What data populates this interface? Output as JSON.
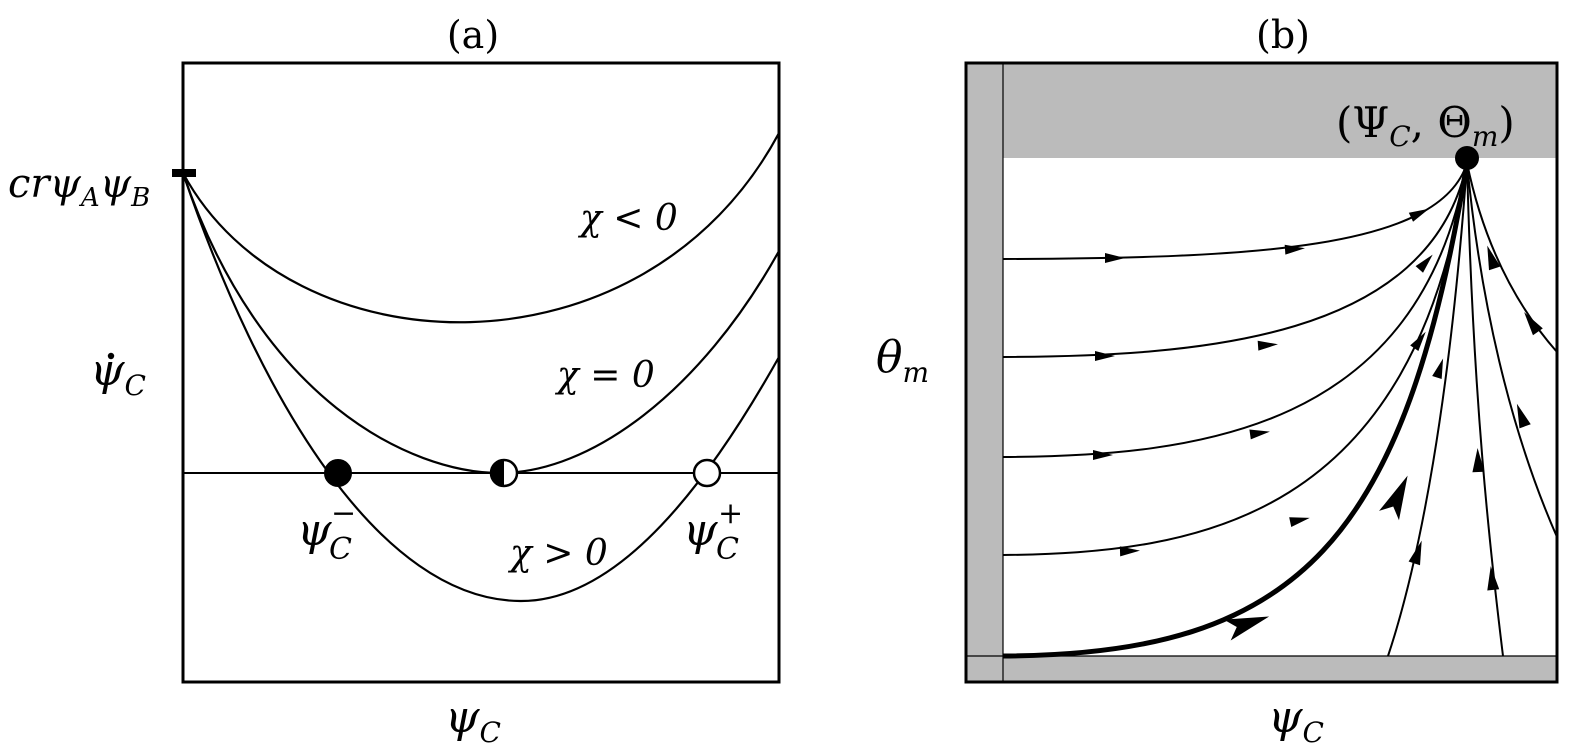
{
  "panel_a": {
    "title": "(a)",
    "y_label": {
      "base": "ψ",
      "sub": "C"
    },
    "x_label": {
      "base": "ψ",
      "sub": "C"
    },
    "tick_label": {
      "pre": "cr",
      "a": "ψ",
      "a_sub": "A",
      "b": "ψ",
      "b_sub": "B"
    },
    "curve_labels": [
      "χ < 0",
      "χ = 0",
      "χ > 0"
    ],
    "root_minus": {
      "base": "ψ",
      "sup": "−",
      "sub": "C"
    },
    "root_plus": {
      "base": "ψ",
      "sup": "+",
      "sub": "C"
    }
  },
  "panel_b": {
    "title": "(b)",
    "y_label": {
      "base": "θ",
      "sub": "m"
    },
    "x_label": {
      "base": "ψ",
      "sub": "C"
    },
    "point_label": {
      "open": "(",
      "a": "Ψ",
      "a_sub": "C",
      "sep": ", ",
      "b": "Θ",
      "b_sub": "m",
      "close": ")"
    }
  },
  "colors": {
    "ink": "#000000",
    "shade": "#bbbbbb",
    "background": "#ffffff"
  }
}
